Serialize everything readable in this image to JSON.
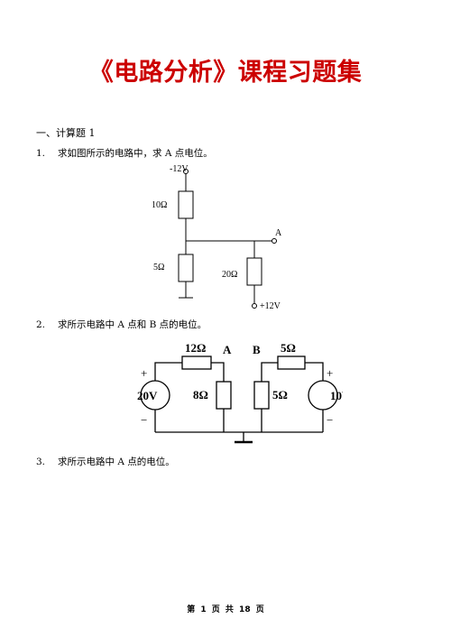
{
  "document": {
    "title": "《电路分析》课程习题集",
    "section": "一、计算题 1",
    "questions": [
      {
        "number": "1.",
        "text": "求如图所示的电路中，求 A 点电位。"
      },
      {
        "number": "2.",
        "text": "求所示电路中 A 点和 B 点的电位。"
      },
      {
        "number": "3.",
        "text": "求所示电路中 A 点的电位。"
      }
    ],
    "footer": "第 1 页 共 18 页"
  },
  "circuit1": {
    "supply_top": "-12V",
    "r_top": "10Ω",
    "r_bottom": "5Ω",
    "r_right": "20Ω",
    "node": "A",
    "supply_bottom": "+12V"
  },
  "circuit2": {
    "r_left_top": "12Ω",
    "node_a": "A",
    "node_b": "B",
    "r_right_top": "5Ω",
    "source_left": "20V",
    "r_left_mid": "8Ω",
    "r_right_mid": "5Ω",
    "source_right": "10V",
    "plus": "+",
    "minus": "−"
  }
}
